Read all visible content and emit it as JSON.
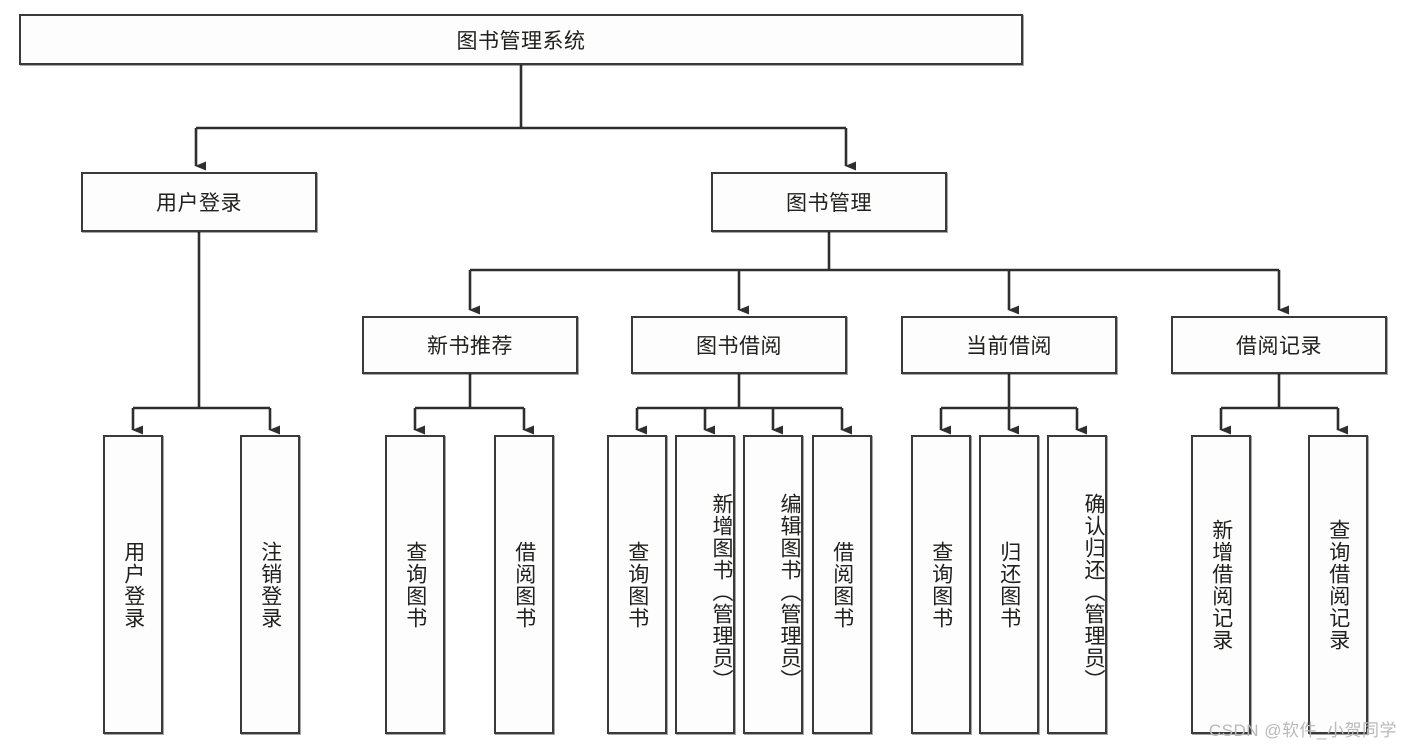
{
  "diagram": {
    "title": "图书管理系统",
    "type": "hierarchy-tree",
    "watermark": "CSDN @软件_小贺同学",
    "colors": {
      "box_border": "#3a3a3a",
      "box_fill": "#fdfdfd",
      "edge": "#2f2f2f",
      "text": "#20211f",
      "watermark": "#b9b9b9"
    },
    "nodes": {
      "root": {
        "label": "图书管理系统"
      },
      "level2": [
        {
          "label": "用户登录"
        },
        {
          "label": "图书管理"
        }
      ],
      "level3": [
        {
          "label": "新书推荐"
        },
        {
          "label": "图书借阅"
        },
        {
          "label": "当前借阅"
        },
        {
          "label": "借阅记录"
        }
      ],
      "leaves": {
        "user_login": [
          {
            "label": "用户登录"
          },
          {
            "label": "注销登录"
          }
        ],
        "new_book": [
          {
            "label": "查询图书"
          },
          {
            "label": "借阅图书"
          }
        ],
        "book_borrow": [
          {
            "label": "查询图书"
          },
          {
            "label": "新增图书（管理员）"
          },
          {
            "label": "编辑图书（管理员）"
          },
          {
            "label": "借阅图书"
          }
        ],
        "current_borrow": [
          {
            "label": "查询图书"
          },
          {
            "label": "归还图书"
          },
          {
            "label": "确认归还（管理员）"
          }
        ],
        "borrow_record": [
          {
            "label": "新增借阅记录"
          },
          {
            "label": "查询借阅记录"
          }
        ]
      }
    }
  }
}
